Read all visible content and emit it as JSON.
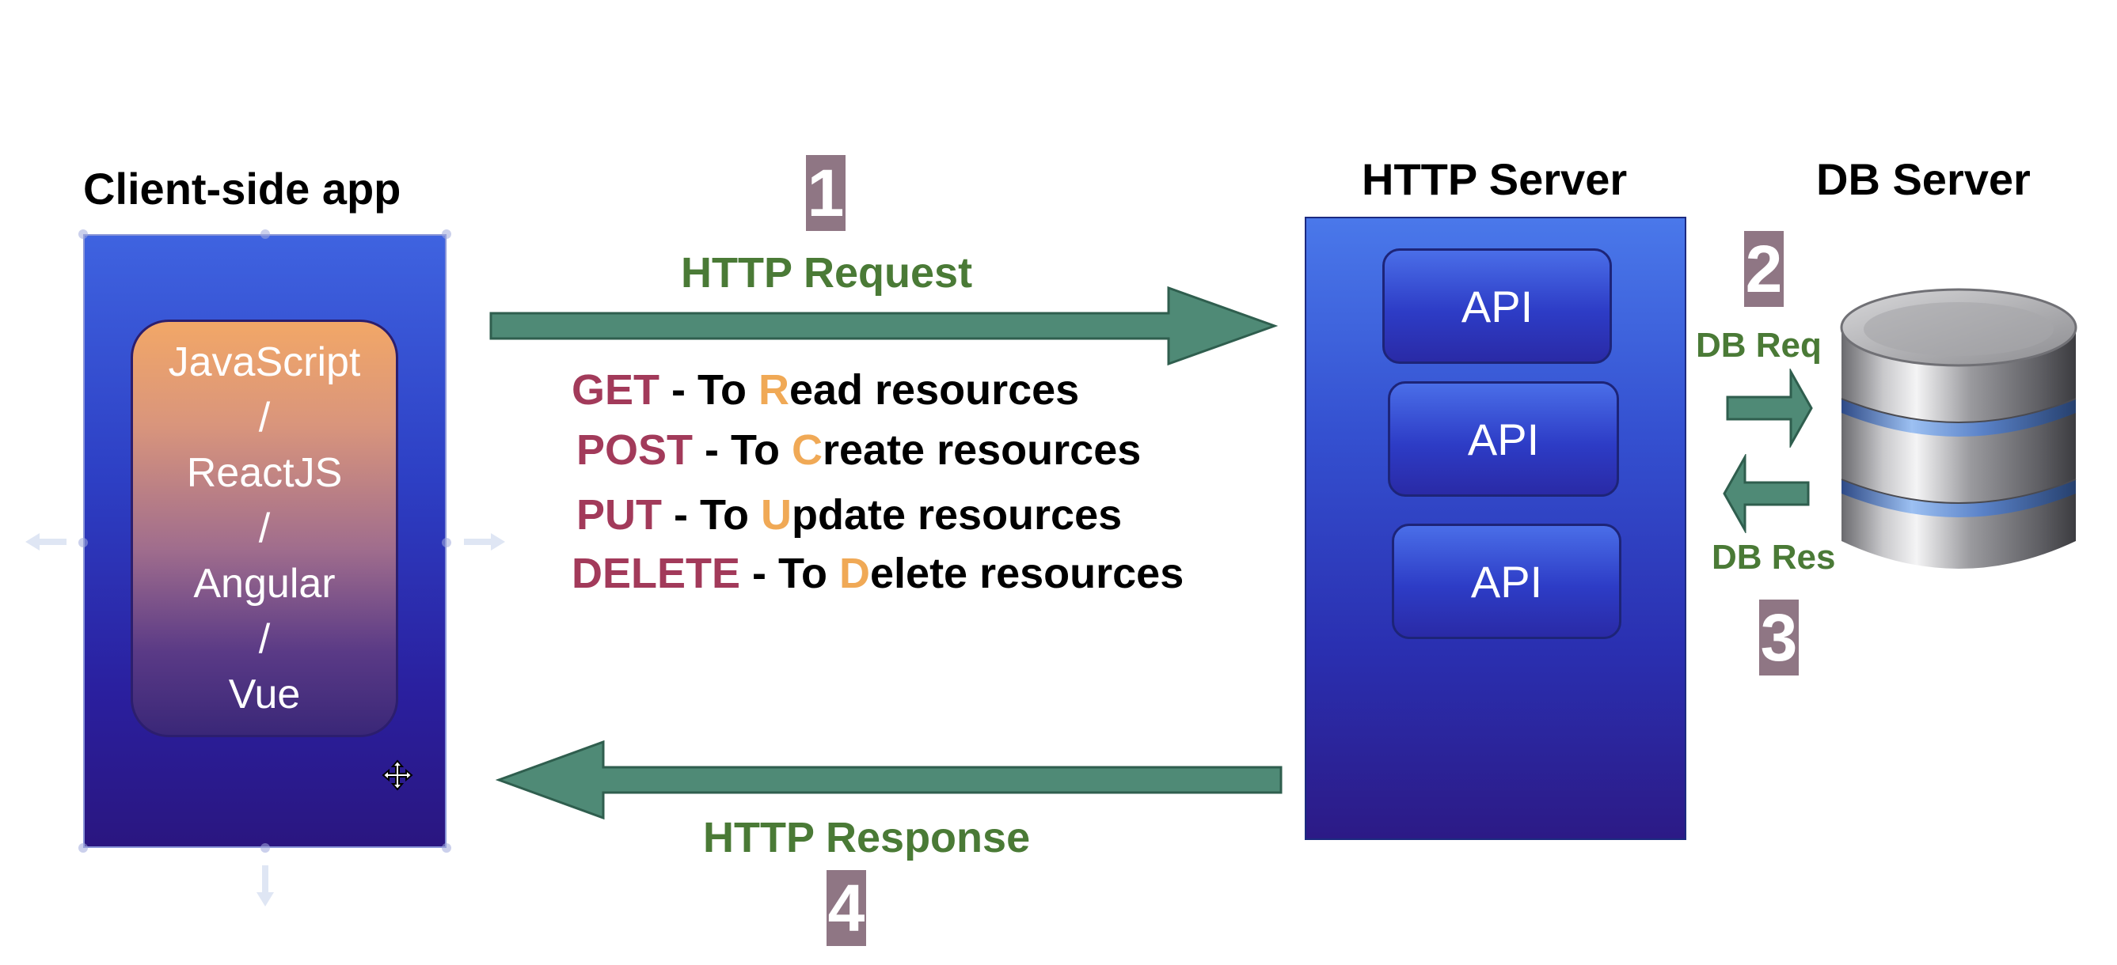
{
  "client": {
    "title": "Client-side app",
    "frameworks": [
      "JavaScript",
      "/",
      "ReactJS",
      "/",
      "Angular",
      "/",
      "Vue"
    ]
  },
  "request": {
    "step": "1",
    "label": "HTTP Request"
  },
  "methods": [
    {
      "verb": "GET",
      "sep": " - To ",
      "first": "R",
      "rest": "ead resources"
    },
    {
      "verb": "POST",
      "sep": " - To ",
      "first": "C",
      "rest": "reate resources"
    },
    {
      "verb": "PUT",
      "sep": " - To ",
      "first": "U",
      "rest": "pdate resources"
    },
    {
      "verb": "DELETE",
      "sep": " - To ",
      "first": "D",
      "rest": "elete resources"
    }
  ],
  "http_server": {
    "title": "HTTP Server",
    "apis": [
      "API",
      "API",
      "API"
    ]
  },
  "db": {
    "title": "DB Server",
    "request_step": "2",
    "request_label": "DB Req",
    "response_label": "DB Res",
    "response_step": "3"
  },
  "response": {
    "label": "HTTP Response",
    "step": "4"
  },
  "colors": {
    "arrow": "#4f8a76",
    "arrow_stroke": "#2f5e4e",
    "green_text": "#4a7a36",
    "verb": "#a23a5a",
    "highlight": "#f0a956",
    "badge": "#8f7684"
  }
}
